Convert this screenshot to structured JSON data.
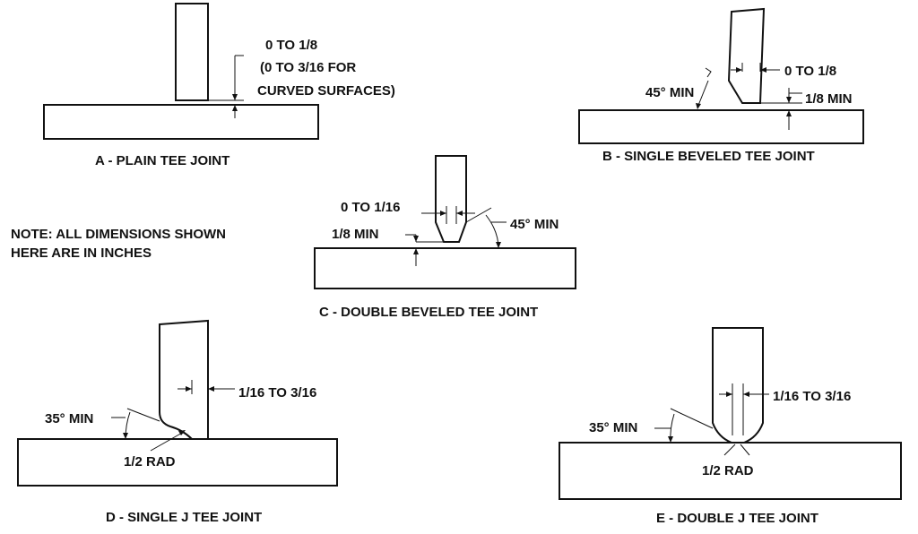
{
  "note": {
    "line1": "NOTE: ALL DIMENSIONS SHOWN",
    "line2": "HERE ARE IN INCHES"
  },
  "joints": {
    "a": {
      "caption": "A - PLAIN TEE JOINT",
      "gap_line1": "0 TO 1/8",
      "gap_line2": "(0 TO 3/16 FOR",
      "gap_line3": "CURVED SURFACES)"
    },
    "b": {
      "caption": "B - SINGLE BEVELED TEE JOINT",
      "root_face": "0 TO 1/8",
      "angle": "45° MIN",
      "gap": "1/8 MIN"
    },
    "c": {
      "caption": "C - DOUBLE BEVELED TEE JOINT",
      "root_face": "0 TO 1/16",
      "gap": "1/8 MIN",
      "angle": "45° MIN"
    },
    "d": {
      "caption": "D - SINGLE J TEE JOINT",
      "root_face": "1/16 TO 3/16",
      "angle": "35° MIN",
      "radius": "1/2 RAD"
    },
    "e": {
      "caption": "E - DOUBLE J TEE JOINT",
      "root_face": "1/16 TO 3/16",
      "angle": "35° MIN",
      "radius": "1/2 RAD"
    }
  }
}
